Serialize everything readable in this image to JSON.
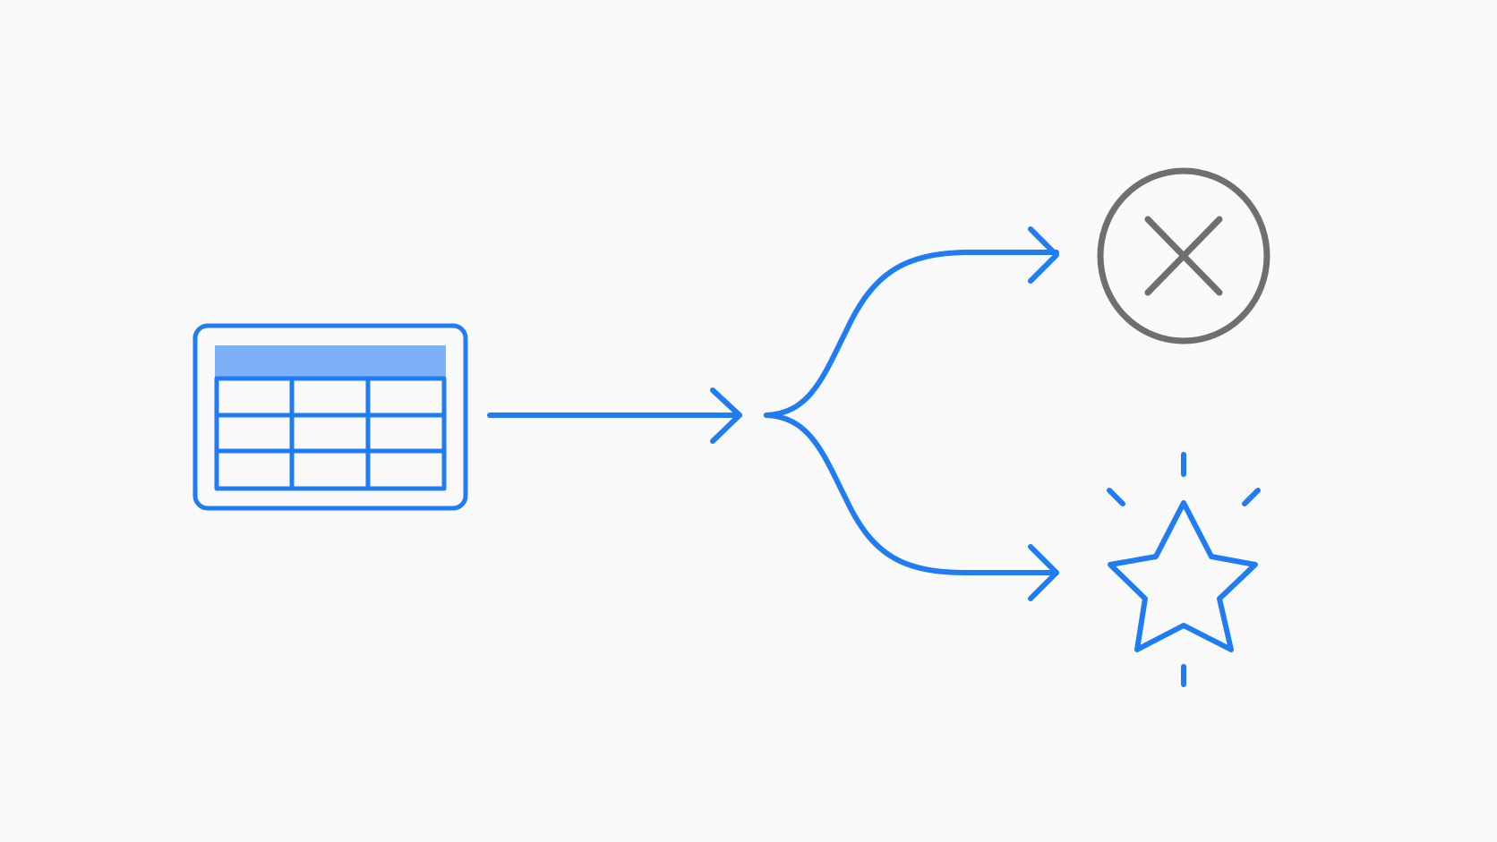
{
  "colors": {
    "background": "#fafafa",
    "primary": "#1f7cf2",
    "primary_light": "#7eb0f7",
    "muted": "#6f6f6f",
    "cell_fill": "#ffffff"
  },
  "nodes": {
    "source": {
      "icon": "table-icon",
      "description": ""
    },
    "rejected_outcome": {
      "icon": "x-circle-icon"
    },
    "highlighted_outcome": {
      "icon": "sparkle-star-icon"
    }
  },
  "edges": [
    {
      "from": "source",
      "to": "split-point",
      "icon": "arrow-right-icon"
    },
    {
      "from": "split-point",
      "to": "rejected_outcome",
      "icon": "arrow-right-icon"
    },
    {
      "from": "split-point",
      "to": "highlighted_outcome",
      "icon": "arrow-right-icon"
    }
  ]
}
